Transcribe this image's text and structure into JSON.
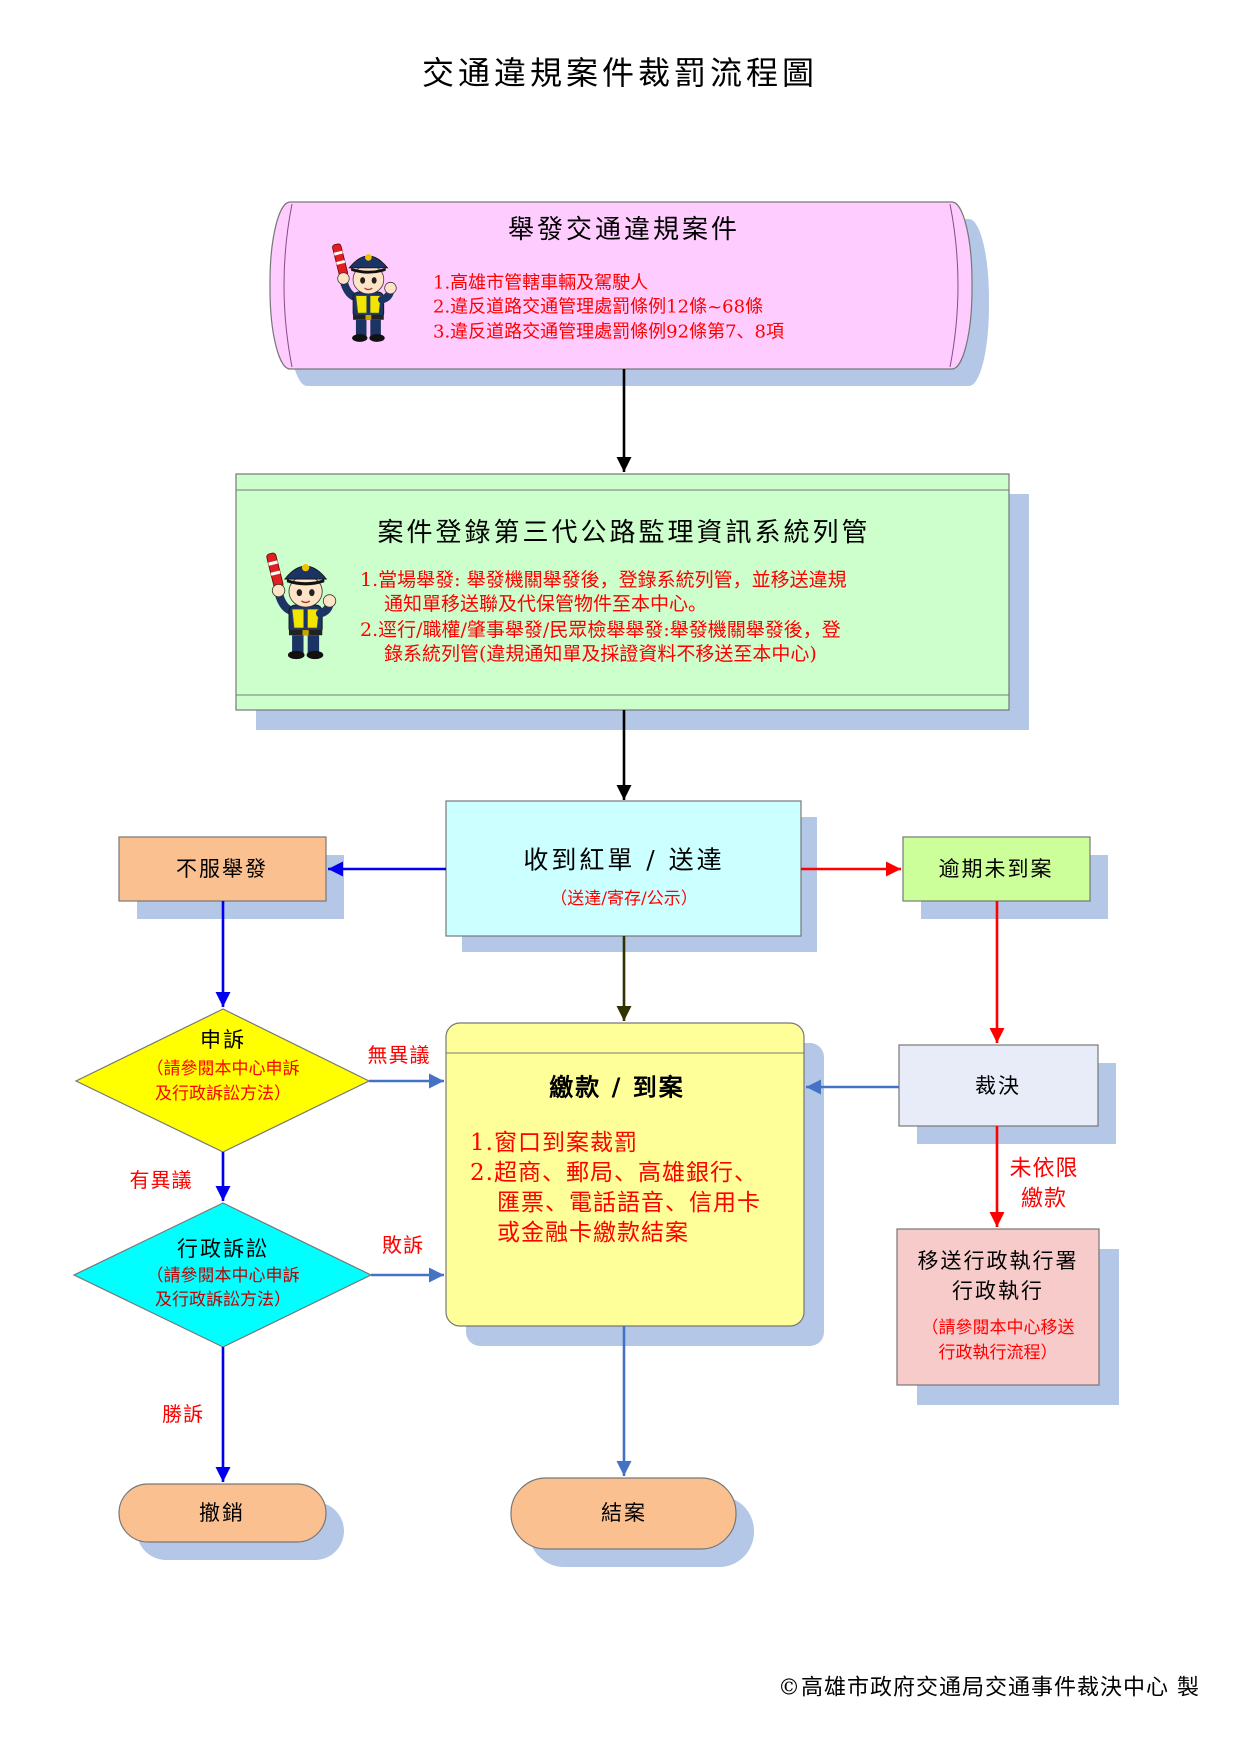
{
  "title": "交通違規案件裁罰流程圖",
  "report_case": {
    "heading": "舉發交通違規案件",
    "items": [
      "1.高雄市管轄車輛及駕駛人",
      "2.違反道路交通管理處罰條例12條~68條",
      "3.違反道路交通管理處罰條例92條第7、8項"
    ]
  },
  "register_case": {
    "heading": "案件登錄第三代公路監理資訊系統列管",
    "lines": [
      "1.當場舉發: 舉發機關舉發後，登錄系統列管，並移送違規",
      "通知單移送聯及代保管物件至本中心。",
      "2.逕行/職權/肇事舉發/民眾檢舉舉發:舉發機關舉發後，登",
      "錄系統列管(違規通知單及採證資料不移送至本中心)"
    ]
  },
  "ticket_received": {
    "heading": "收到紅單 / 送達",
    "subtext": "（送達/寄存/公示）"
  },
  "dispute": {
    "label": "不服舉發"
  },
  "overdue": {
    "label": "逾期未到案"
  },
  "appeal": {
    "heading": "申訴",
    "note_lines": [
      "（請參閱本中心申訴",
      "及行政訴訟方法）"
    ]
  },
  "litigation": {
    "heading": "行政訴訟",
    "note_lines": [
      "（請參閱本中心申訴",
      "及行政訴訟方法）"
    ]
  },
  "payment": {
    "heading": "繳款 / 到案",
    "lines": [
      "1.窗口到案裁罰",
      "2.超商、郵局、高雄銀行、",
      "匯票、電話語音、信用卡",
      "或金融卡繳款結案"
    ]
  },
  "ruling": {
    "label": "裁決"
  },
  "enforcement": {
    "heading_lines": [
      "移送行政執行署",
      "行政執行"
    ],
    "note_lines": [
      "（請參閱本中心移送",
      "行政執行流程）"
    ]
  },
  "revoked": {
    "label": "撤銷"
  },
  "closed": {
    "label": "結案"
  },
  "edge_labels": {
    "no_objection": "無異議",
    "objection": "有異議",
    "lose": "敗訴",
    "win": "勝訴",
    "unpaid_line1": "未依限",
    "unpaid_line2": "繳款"
  },
  "footer": "©高雄市政府交通局交通事件裁決中心 製",
  "colors": {
    "report_fill": "#ffccff",
    "register_fill": "#ccffcc",
    "ticket_fill": "#ccffff",
    "dispute_fill": "#fac090",
    "overdue_fill": "#ccff99",
    "appeal_fill": "#ffff00",
    "litigation_fill": "#00ffff",
    "payment_fill": "#ffff99",
    "ruling_fill": "#e7ecf8",
    "enforcement_fill": "#f8cbcb",
    "terminal_fill": "#fac090",
    "shadow": "#b4c7e7"
  }
}
